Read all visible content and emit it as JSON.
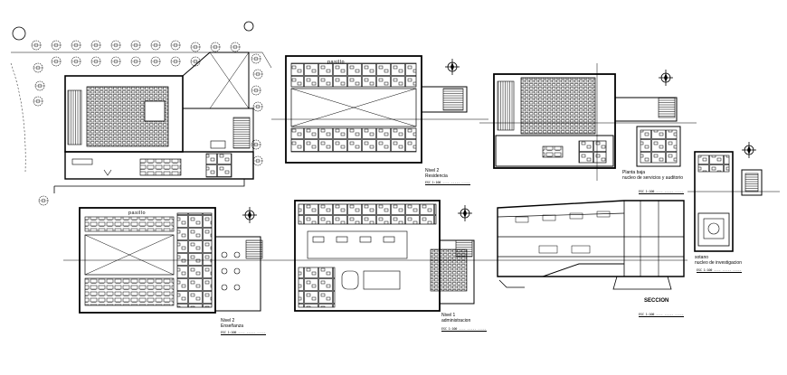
{
  "drawing": {
    "plans": [
      {
        "id": "nivel2-residencia",
        "level": "Nivel 2",
        "name": "Residencia",
        "scale": "ESC 1:100 ---- ----- -----"
      },
      {
        "id": "planta-baja",
        "level": "Planta baja",
        "name": "nucleo de servicios y auditorio",
        "scale": "ESC 1:100 ---- ----- -----"
      },
      {
        "id": "nivel2-ensenanza",
        "level": "Nivel 2",
        "name": "Enseñanza",
        "scale": "ESC 1:100 ---- ----- -----"
      },
      {
        "id": "nivel1-administracion",
        "level": "Nivel 1",
        "name": "administracion",
        "scale": "ESC 1:100 ---- ----- -----"
      },
      {
        "id": "seccion",
        "level": "",
        "name": "SECCION",
        "scale": "ESC 1:100 ---- ----- -----"
      },
      {
        "id": "sotano",
        "level": "sotano",
        "name": "nucleo de investigacion",
        "scale": "ESC 1:100 ---- ----- -----"
      }
    ],
    "room_labels": {
      "pasillo_top": "pasillo",
      "pasillo_left": "pasillo"
    },
    "icons": [
      "north-arrow-icon",
      "tree-icon"
    ]
  }
}
